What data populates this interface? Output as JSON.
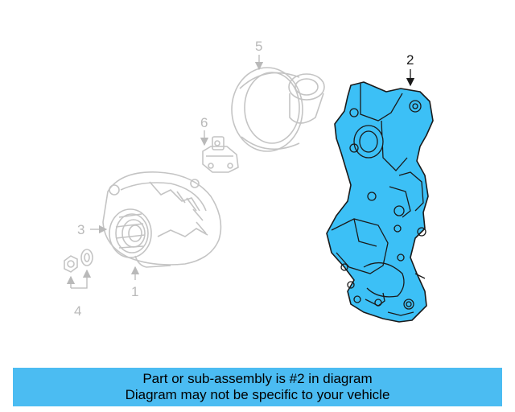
{
  "callouts": {
    "c1": "1",
    "c2": "2",
    "c3": "3",
    "c4": "4",
    "c5": "5",
    "c6": "6"
  },
  "highlight_part": "2",
  "colors": {
    "highlight_fill": "#3cc0f6",
    "highlight_stroke": "#1a1a1a",
    "dim_stroke": "#c4c4c4",
    "banner_bg": "#4bbcf2"
  },
  "banner": {
    "line1": "Part or sub-assembly is #2 in diagram",
    "line2": "Diagram may not be specific to your vehicle"
  }
}
